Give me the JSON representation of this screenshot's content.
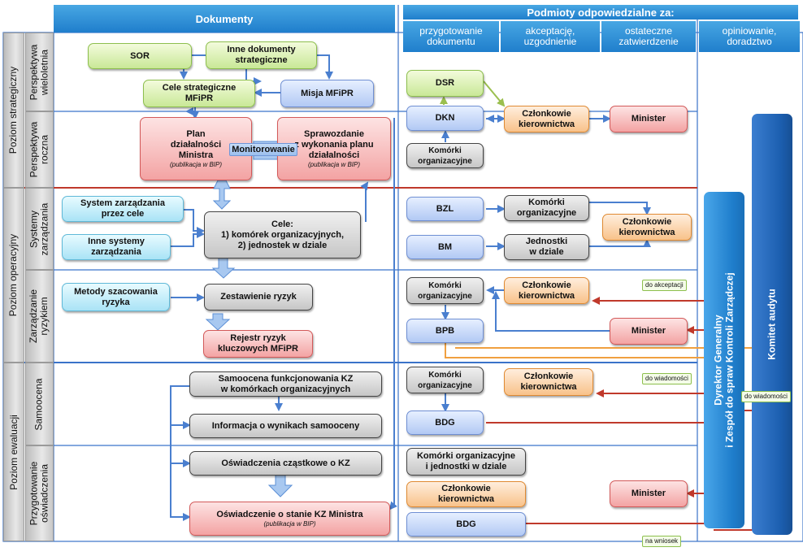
{
  "header": {
    "documents": "Dokumenty",
    "responsible": "Podmioty odpowiedzialne za:",
    "col_prep": "przygotowanie\ndokumentu",
    "col_accept": "akceptację,\nuzgodnienie",
    "col_final": "ostateczne\nzatwierdzenie",
    "col_opinion": "opiniowanie,\ndoradztwo"
  },
  "levels": {
    "strategic": "Poziom strategiczny",
    "operational": "Poziom operacyjny",
    "evaluation": "Poziom ewaluacji"
  },
  "rows": {
    "multiyear": "Perspektywa\nwieloletnia",
    "annual": "Perspektywa\nroczna",
    "systems": "Systemy\nzarządzania",
    "risk": "Zarządzanie\nryzykiem",
    "self": "Samoocena",
    "statements": "Przygotowanie\noświadczenia"
  },
  "docs": {
    "sor": "SOR",
    "other_strategic": "Inne dokumenty\nstrategiczne",
    "goals_strategic": "Cele strategiczne\nMFiPR",
    "mission": "Misja MFiPR",
    "plan": "Plan\ndziałalności\nMinistra",
    "plan_note": "(publikacja w BIP)",
    "report": "Sprawozdanie\nz wykonania planu\ndziałalności",
    "report_note": "(publikacja w BIP)",
    "monitoring": "Monitorowanie",
    "mbo": "System zarządzania\nprzez cele",
    "other_systems": "Inne systemy\nzarządzania",
    "goals": "Cele:\n1) komórek organizacyjnych,\n2) jednostek w dziale",
    "risk_methods": "Metody szacowania\nryzyka",
    "risk_list": "Zestawienie ryzyk",
    "risk_register": "Rejestr ryzyk\nkluczowych MFiPR",
    "self_assessment": "Samoocena funkcjonowania KZ\nw komórkach organizacyjnych",
    "self_info": "Informacja o wynikach samooceny",
    "partial_statements": "Oświadczenia cząstkowe o KZ",
    "final_statement": "Oświadczenie o stanie KZ Ministra",
    "final_note": "(publikacja w BIP)"
  },
  "actors": {
    "dsr": "DSR",
    "dkn": "DKN",
    "units_org": "Komórki\norganizacyjne",
    "management": "Członkowie\nkierownictwa",
    "minister": "Minister",
    "bzl": "BZL",
    "bm": "BM",
    "units_org_2": "Komórki\norganizacyjne",
    "units_dept": "Jednostki\nw dziale",
    "management_2": "Członkowie\nkierownictwa",
    "units_org_3": "Komórki\norganizacyjne",
    "management_3": "Członkowie\nkierownictwa",
    "bpb": "BPB",
    "minister_2": "Minister",
    "units_org_4": "Komórki\norganizacyjne",
    "management_4": "Członkowie\nkierownictwa",
    "bdg": "BDG",
    "units_and_dept": "Komórki organizacyjne\ni jednostki w dziale",
    "management_5": "Członkowie\nkierownictwa",
    "minister_3": "Minister",
    "bdg_2": "BDG",
    "director_general": "Dyrektor Generalny\ni Zespół do spraw Kontroli Zarządczej",
    "audit_committee": "Komitet audytu"
  },
  "callouts": {
    "for_acceptance": "do akceptacji",
    "for_info": "do wiadomości",
    "for_info_2": "do wiadomości",
    "on_request": "na wniosek"
  },
  "colors": {
    "header_blue": "#1f7ecc",
    "frame_blue": "#3a73c9",
    "arrow_blue": "#5b8fd6",
    "arrow_red": "#c0392b",
    "arrow_orange": "#f0a040",
    "arrow_green": "#9bbf4f",
    "pill_dg": "#2b8bd6",
    "pill_audit": "#1c5fb0",
    "divider_red": "#c0392b"
  }
}
